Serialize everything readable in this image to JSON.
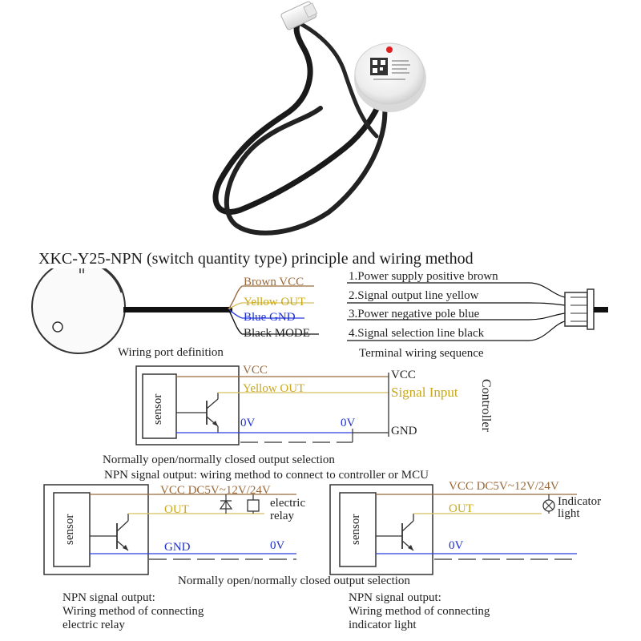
{
  "title": "XKC-Y25-NPN (switch quantity type) principle and wiring method",
  "sensor_label": "sensor",
  "wires": {
    "brown": "Brown VCC",
    "yellow": "Yellow OUT",
    "blue": "Blue GND",
    "black": "Black MODE"
  },
  "port_caption": "Wiring port definition",
  "terminal_items": [
    "1.Power supply positive brown",
    "2.Signal output line yellow",
    "3.Power negative pole blue",
    "4.Signal selection line black"
  ],
  "terminal_caption": "Terminal wiring sequence",
  "controller_circuit": {
    "vcc_left": "VCC",
    "out_left": "Yellow OUT",
    "zero_v_left": "0V",
    "zero_v_right": "0V",
    "vcc_right": "VCC",
    "signal_input": "Signal Input",
    "gnd": "GND",
    "controller": "Controller",
    "caption_1": "Normally open/normally closed output selection",
    "caption_2": "NPN signal output: wiring method to connect to controller or MCU"
  },
  "relay_circuit": {
    "vcc": "VCC DC5V~12V/24V",
    "out": "OUT",
    "gnd": "GND",
    "zero_v": "0V",
    "relay_line1": "electric",
    "relay_line2": "relay",
    "caption": [
      "NPN signal output:",
      "Wiring method of connecting",
      "electric relay"
    ]
  },
  "light_circuit": {
    "vcc": "VCC DC5V~12V/24V",
    "out": "OUT",
    "zero_v": "0V",
    "light_line1": "Indicator",
    "light_line2": "light",
    "caption": [
      "NPN signal output:",
      "Wiring method of connecting",
      "indicator light"
    ]
  },
  "bottom_center_caption": "Normally open/normally closed output selection",
  "colors": {
    "brown": "#9a6a3a",
    "yellow": "#d8c060",
    "blue": "#2b3de0",
    "black": "#111111",
    "box": "#333333"
  }
}
